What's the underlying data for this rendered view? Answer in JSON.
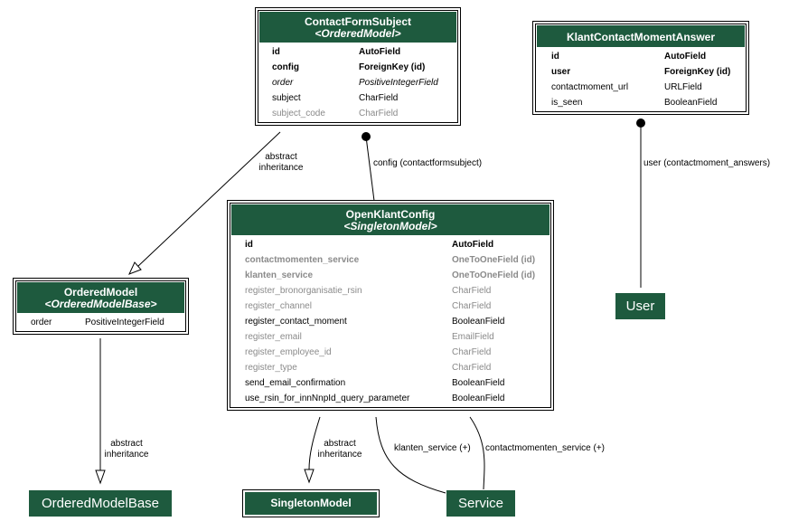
{
  "models": {
    "contactformsubject": {
      "name": "ContactFormSubject",
      "stereotype": "<OrderedModel>",
      "fields": [
        {
          "name": "id",
          "type": "AutoField",
          "style": "key"
        },
        {
          "name": "config",
          "type": "ForeignKey (id)",
          "style": "key"
        },
        {
          "name": "order",
          "type": "PositiveIntegerField",
          "style": "italic"
        },
        {
          "name": "subject",
          "type": "CharField",
          "style": "normal"
        },
        {
          "name": "subject_code",
          "type": "CharField",
          "style": "inherited"
        }
      ]
    },
    "klantcontactmomentanswer": {
      "name": "KlantContactMomentAnswer",
      "stereotype": "",
      "fields": [
        {
          "name": "id",
          "type": "AutoField",
          "style": "key"
        },
        {
          "name": "user",
          "type": "ForeignKey (id)",
          "style": "key"
        },
        {
          "name": "contactmoment_url",
          "type": "URLField",
          "style": "normal"
        },
        {
          "name": "is_seen",
          "type": "BooleanField",
          "style": "normal"
        }
      ]
    },
    "openklantconfig": {
      "name": "OpenKlantConfig",
      "stereotype": "<SingletonModel>",
      "fields": [
        {
          "name": "id",
          "type": "AutoField",
          "style": "key"
        },
        {
          "name": "contactmomenten_service",
          "type": "OneToOneField (id)",
          "style": "key inherited"
        },
        {
          "name": "klanten_service",
          "type": "OneToOneField (id)",
          "style": "key inherited"
        },
        {
          "name": "register_bronorganisatie_rsin",
          "type": "CharField",
          "style": "inherited"
        },
        {
          "name": "register_channel",
          "type": "CharField",
          "style": "inherited"
        },
        {
          "name": "register_contact_moment",
          "type": "BooleanField",
          "style": "normal"
        },
        {
          "name": "register_email",
          "type": "EmailField",
          "style": "inherited"
        },
        {
          "name": "register_employee_id",
          "type": "CharField",
          "style": "inherited"
        },
        {
          "name": "register_type",
          "type": "CharField",
          "style": "inherited"
        },
        {
          "name": "send_email_confirmation",
          "type": "BooleanField",
          "style": "normal"
        },
        {
          "name": "use_rsin_for_innNnpId_query_parameter",
          "type": "BooleanField",
          "style": "normal"
        }
      ]
    },
    "orderedmodel": {
      "name": "OrderedModel",
      "stereotype": "<OrderedModelBase>",
      "fields": [
        {
          "name": "order",
          "type": "PositiveIntegerField",
          "style": "normal"
        }
      ]
    }
  },
  "nodes": {
    "user": "User",
    "orderedmodelbase": "OrderedModelBase",
    "singletonmodel": "SingletonModel",
    "service": "Service"
  },
  "edges": {
    "cfs_to_orderedmodel": "abstract\ninheritance",
    "cfs_to_config": "config (contactformsubject)",
    "kcma_to_user": "user (contactmoment_answers)",
    "om_to_omb": "abstract\ninheritance",
    "okc_to_singleton": "abstract\ninheritance",
    "okc_klanten_service": "klanten_service (+)",
    "okc_contactmomenten_service": "contactmomenten_service (+)"
  },
  "colors": {
    "header": "#1e5a3e",
    "inherited_text": "#8a8a8a"
  }
}
